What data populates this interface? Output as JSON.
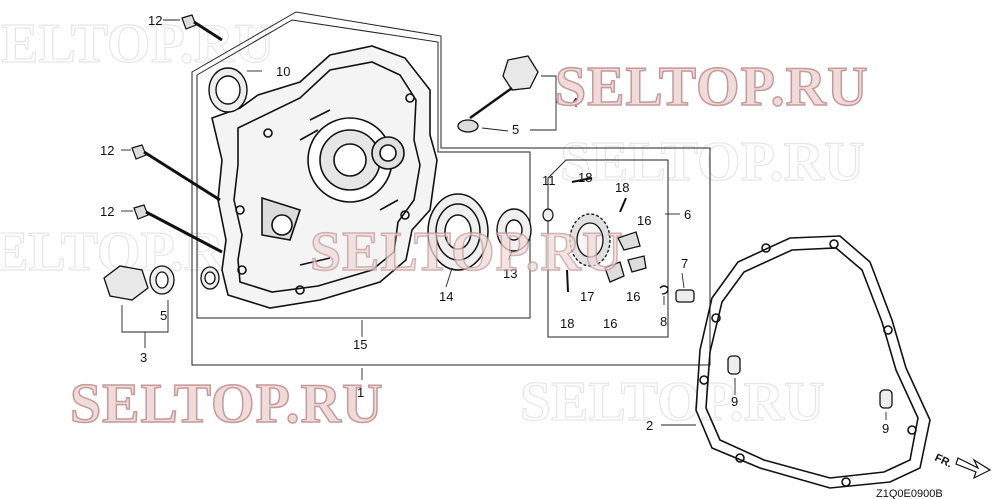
{
  "diagram": {
    "callouts": [
      {
        "id": "c12a",
        "label": "12"
      },
      {
        "id": "c10",
        "label": "10"
      },
      {
        "id": "c4",
        "label": "4"
      },
      {
        "id": "c5a",
        "label": "5"
      },
      {
        "id": "c12b",
        "label": "12"
      },
      {
        "id": "c12c",
        "label": "12"
      },
      {
        "id": "c11",
        "label": "11"
      },
      {
        "id": "c18a",
        "label": "18"
      },
      {
        "id": "c18b",
        "label": "18"
      },
      {
        "id": "c16a",
        "label": "16"
      },
      {
        "id": "c6",
        "label": "6"
      },
      {
        "id": "c7",
        "label": "7"
      },
      {
        "id": "c16b",
        "label": "16"
      },
      {
        "id": "c8",
        "label": "8"
      },
      {
        "id": "c13",
        "label": "13"
      },
      {
        "id": "c14",
        "label": "14"
      },
      {
        "id": "c17",
        "label": "17"
      },
      {
        "id": "c16c",
        "label": "16"
      },
      {
        "id": "c18c",
        "label": "18"
      },
      {
        "id": "c5b",
        "label": "5"
      },
      {
        "id": "c3",
        "label": "3"
      },
      {
        "id": "c15",
        "label": "15"
      },
      {
        "id": "c1",
        "label": "1"
      },
      {
        "id": "c9a",
        "label": "9"
      },
      {
        "id": "c2",
        "label": "2"
      },
      {
        "id": "c9b",
        "label": "9"
      }
    ],
    "watermark_text": "SELTOP.RU",
    "fr_marker": "FR.",
    "drawing_code": "Z1Q0E0900B"
  }
}
